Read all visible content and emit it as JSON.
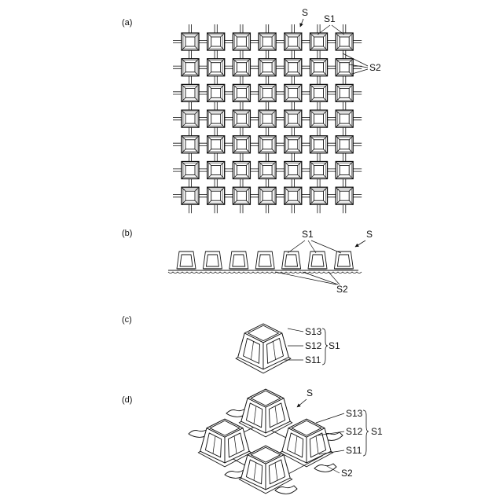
{
  "panels": {
    "a": {
      "panel_label": "(a)",
      "label_s": "S",
      "label_s1": "S1",
      "label_s2": "S2",
      "grid_rows": 7,
      "grid_cols": 7
    },
    "b": {
      "panel_label": "(b)",
      "label_s": "S",
      "label_s1": "S1",
      "label_s2": "S2",
      "cup_count": 7
    },
    "c": {
      "panel_label": "(c)",
      "label_s13": "S13",
      "label_s12": "S12",
      "label_s11": "S11",
      "label_s1": "S1"
    },
    "d": {
      "panel_label": "(d)",
      "label_s": "S",
      "label_s13": "S13",
      "label_s12": "S12",
      "label_s11": "S11",
      "label_s1": "S1",
      "label_s2": "S2"
    }
  },
  "colors": {
    "line": "#111111",
    "background": "#ffffff"
  }
}
